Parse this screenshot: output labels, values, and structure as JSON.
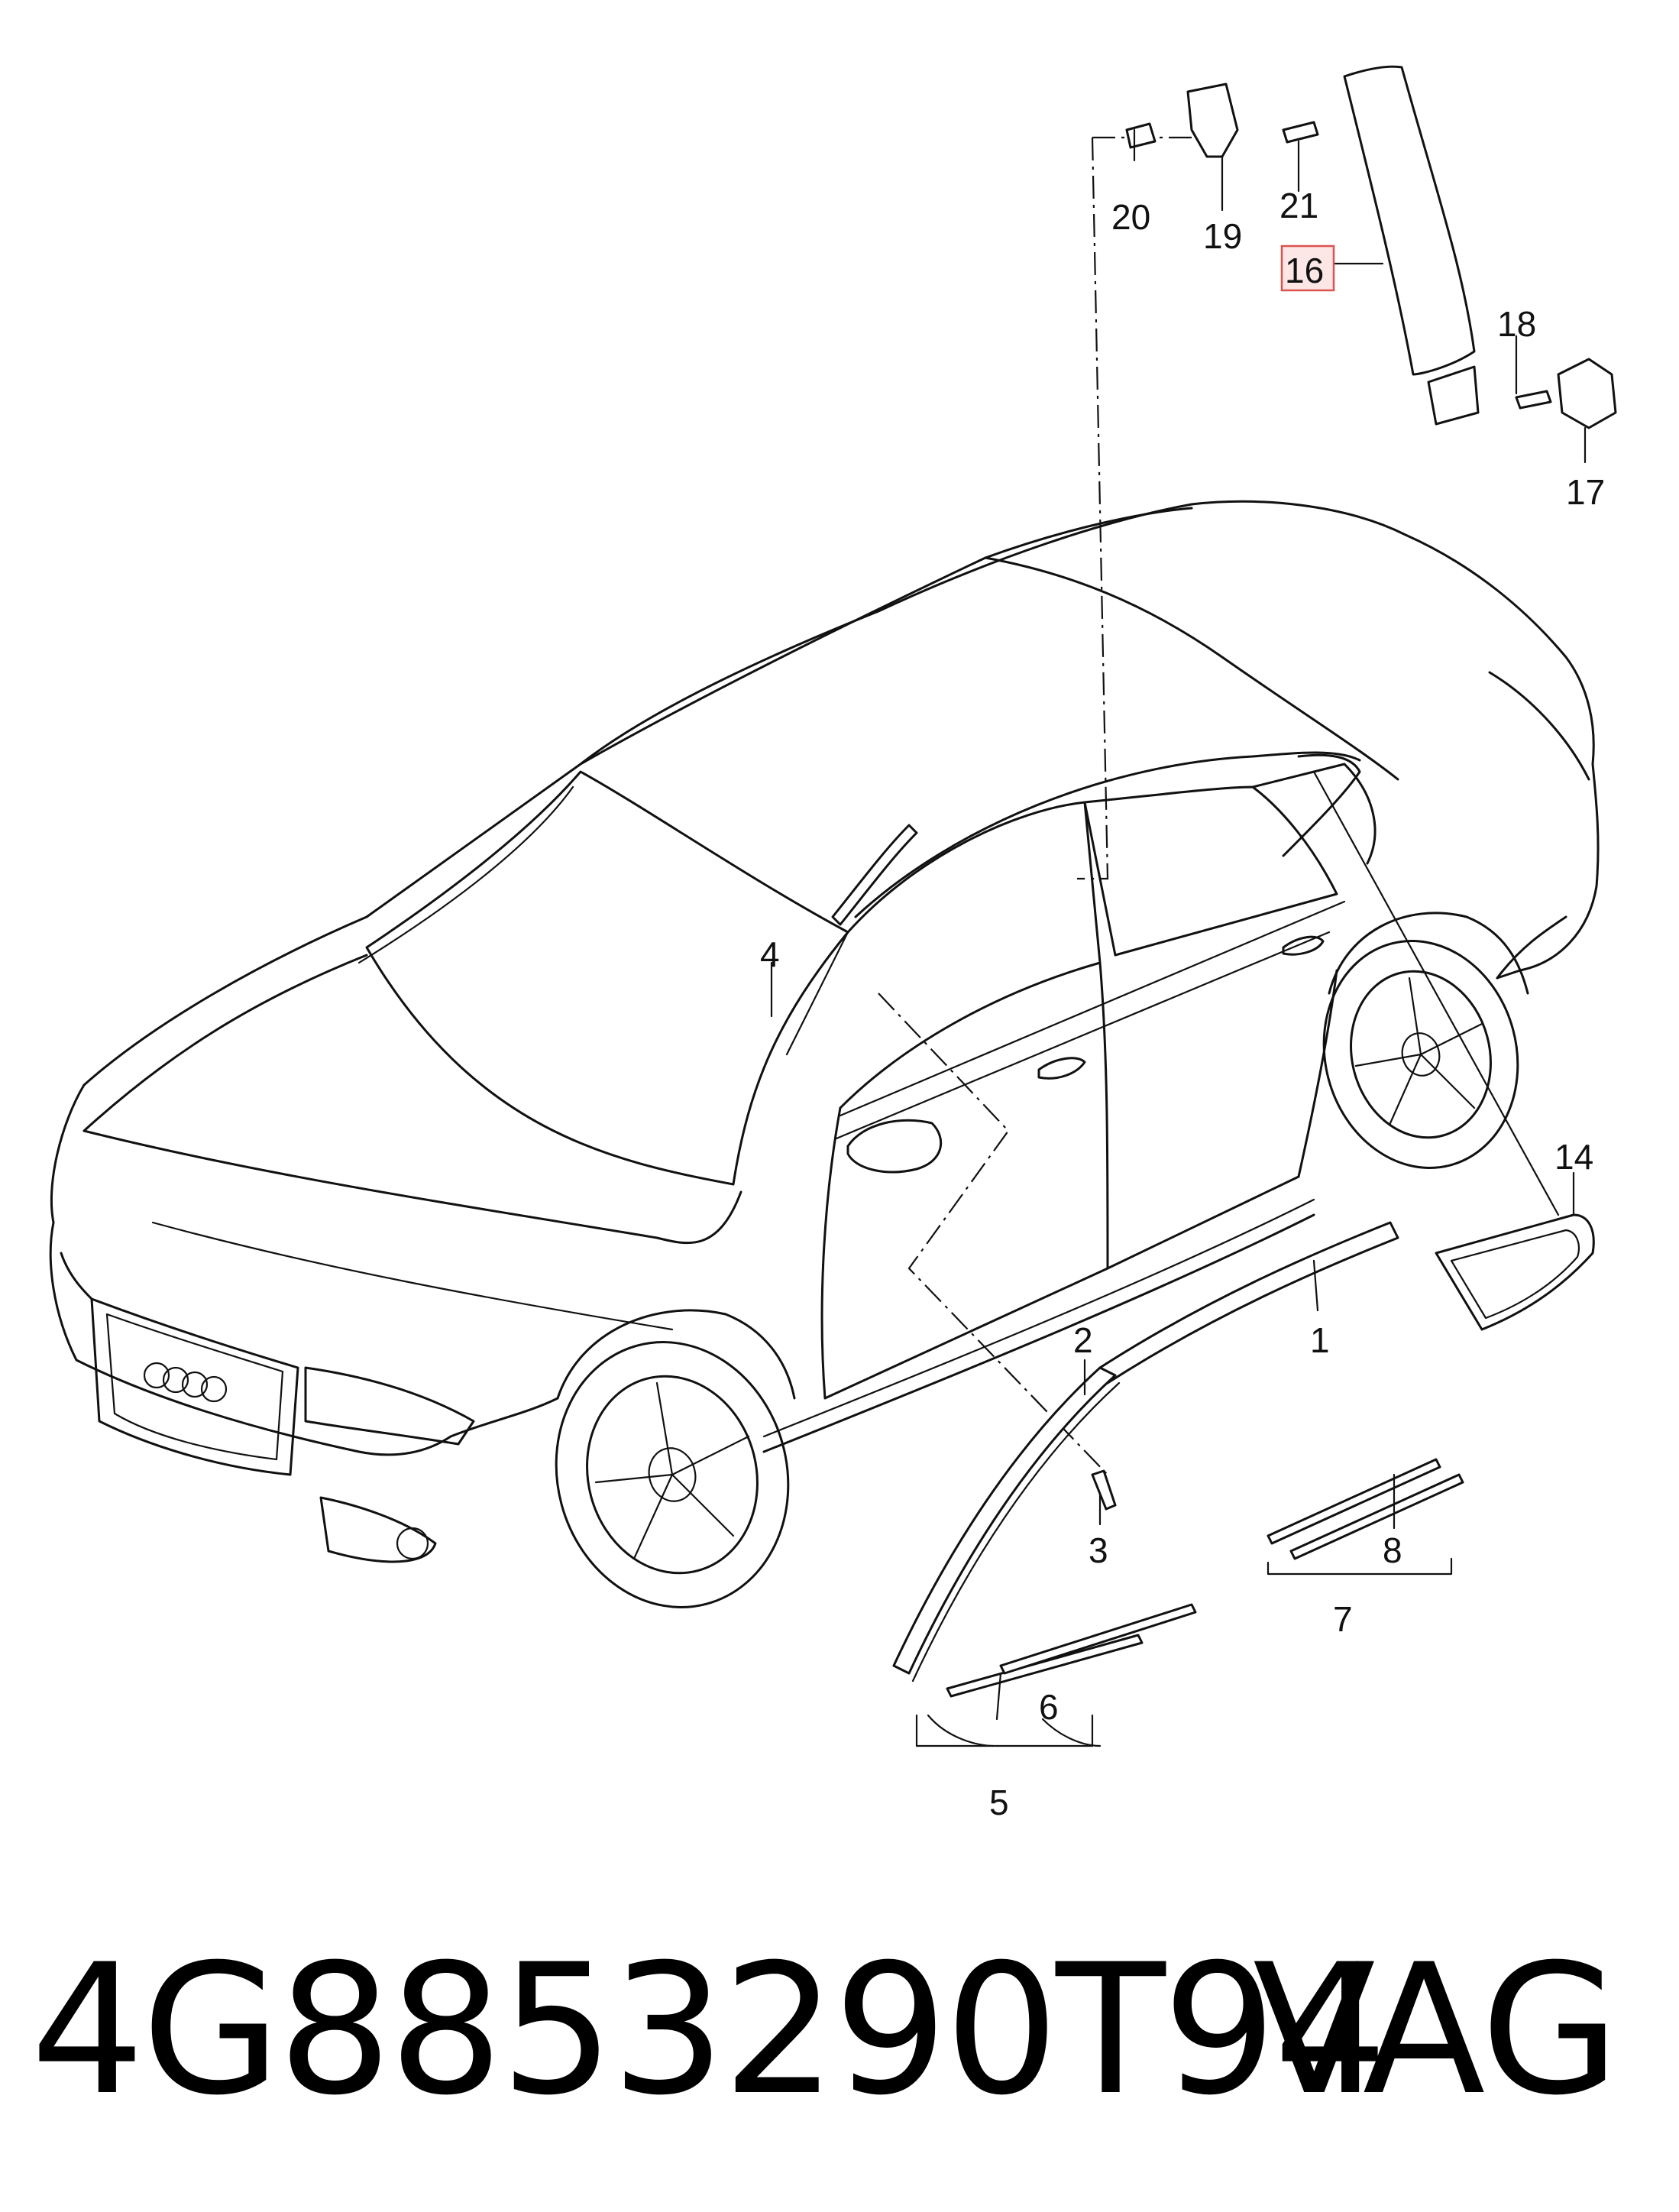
{
  "footer": {
    "part_number": "4G8853290T94",
    "manufacturer": "VAG"
  },
  "callouts": {
    "c1": "1",
    "c2": "2",
    "c3": "3",
    "c4": "4",
    "c5": "5",
    "c6": "6",
    "c7": "7",
    "c8": "8",
    "c14": "14",
    "c16": "16",
    "c17": "17",
    "c18": "18",
    "c19": "19",
    "c20": "20",
    "c21": "21"
  },
  "highlight_color": "#d9534f"
}
